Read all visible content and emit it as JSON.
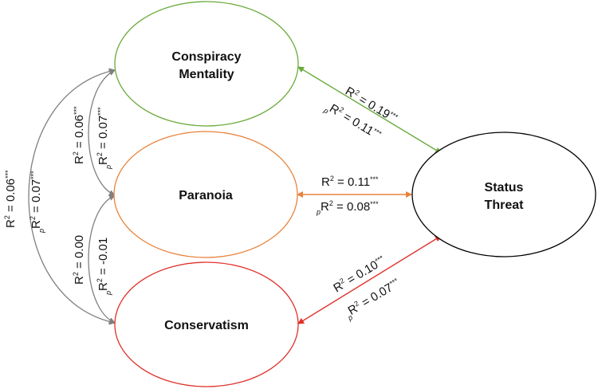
{
  "colors": {
    "conspiracy": "#6aaa3a",
    "paranoia": "#e8823a",
    "conservatism": "#e0302a",
    "status": "#000000",
    "covariance": "#808080"
  },
  "nodes": {
    "conspiracy": {
      "line1": "Conspiracy",
      "line2": "Mentality"
    },
    "paranoia": {
      "line1": "Paranoia"
    },
    "conservatism": {
      "line1": "Conservatism"
    },
    "status": {
      "line1": "Status",
      "line2": "Threat"
    }
  },
  "labels": {
    "cm_st": {
      "r2": "R",
      "r2_val": " = 0.19",
      "r2_sig": "***",
      "pr2_sub": "p",
      "pr2": "R",
      "pr2_val": " = 0.11",
      "pr2_sig": "***"
    },
    "pa_st": {
      "r2": "R",
      "r2_val": " = 0.11",
      "r2_sig": "***",
      "pr2_sub": "p",
      "pr2": "R",
      "pr2_val": " = 0.08",
      "pr2_sig": "***"
    },
    "co_st": {
      "r2": "R",
      "r2_val": " = 0.10",
      "r2_sig": "***",
      "pr2_sub": "p",
      "pr2": "R",
      "pr2_val": " = 0.07",
      "pr2_sig": "***"
    },
    "cm_pa": {
      "r2": "R",
      "r2_val": " = 0.06",
      "r2_sig": "***",
      "pr2_sub": "p",
      "pr2": "R",
      "pr2_val": " = 0.07",
      "pr2_sig": "***"
    },
    "pa_co": {
      "r2": "R",
      "r2_val": " = 0.00",
      "r2_sig": "",
      "pr2_sub": "p",
      "pr2": "R",
      "pr2_val": " = -0.01",
      "pr2_sig": ""
    },
    "cm_co": {
      "r2": "R",
      "r2_val": " = 0.06",
      "r2_sig": "***",
      "pr2_sub": "p",
      "pr2": "R",
      "pr2_val": " = 0.07",
      "pr2_sig": "***"
    },
    "sup": "2"
  }
}
